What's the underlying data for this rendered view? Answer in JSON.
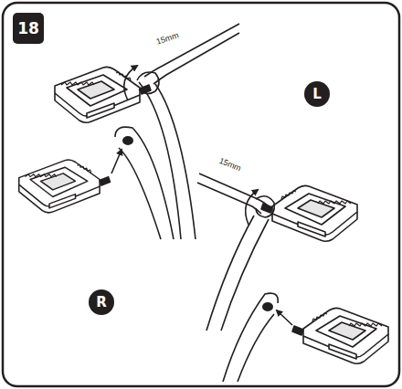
{
  "diagram": {
    "nodes": [
      {
        "text": [
          "18"
        ]
      },
      {
        "text": [
          "L"
        ]
      },
      {
        "text": [
          "R"
        ]
      }
    ],
    "labels": [
      "15mm",
      "15mm"
    ]
  }
}
